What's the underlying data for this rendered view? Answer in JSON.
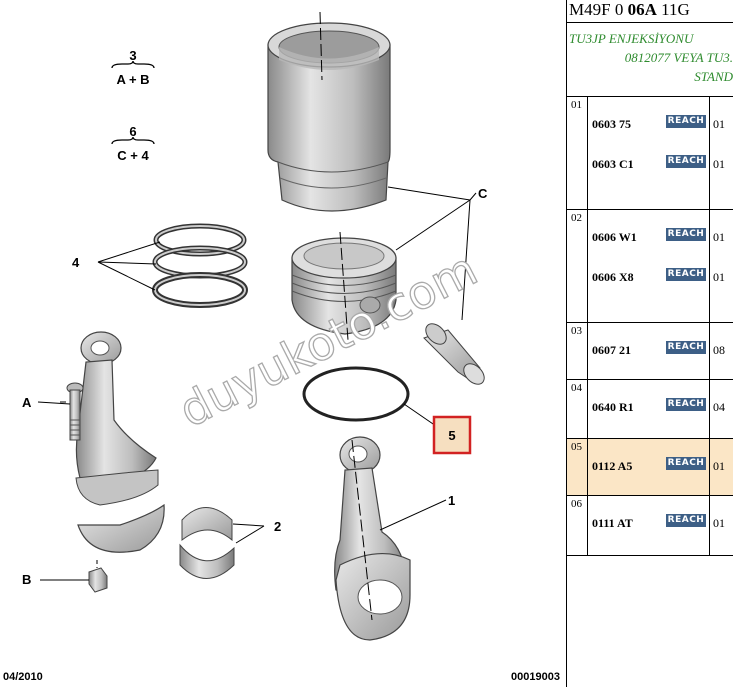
{
  "diagram": {
    "groups": [
      {
        "number": "3",
        "formula": "A + B"
      },
      {
        "number": "6",
        "formula": "C + 4"
      }
    ],
    "callouts": {
      "cylinder_group": "C",
      "rings": "4",
      "bolt": "A",
      "nut": "B",
      "bearing": "2",
      "conrod": "1",
      "oring": "5"
    },
    "watermark": "duyukoto.com",
    "footer_date": "04/2010",
    "footer_ref": "00019003",
    "highlight_color": "#d22222"
  },
  "panel": {
    "header_prefix": "M49F 0 ",
    "header_bold": "06A",
    "header_suffix": " 11G",
    "desc_lines": [
      "TU3JP ENJEKSİYONU",
      "0812077 VEYA TU3.",
      "STAND"
    ],
    "reach_label": "REACH",
    "rows": [
      {
        "num": "01",
        "parts": [
          {
            "code": "0603 75",
            "qty": "01"
          },
          {
            "code": "0603 C1",
            "qty": "01"
          }
        ]
      },
      {
        "num": "02",
        "parts": [
          {
            "code": "0606 W1",
            "qty": "01"
          },
          {
            "code": "0606 X8",
            "qty": "01"
          }
        ]
      },
      {
        "num": "03",
        "parts": [
          {
            "code": "0607 21",
            "qty": "08"
          }
        ]
      },
      {
        "num": "04",
        "parts": [
          {
            "code": "0640 R1",
            "qty": "04"
          }
        ]
      },
      {
        "num": "05",
        "parts": [
          {
            "code": "0112 A5",
            "qty": "01"
          }
        ]
      },
      {
        "num": "06",
        "parts": [
          {
            "code": "0111 AT",
            "qty": "01"
          }
        ]
      }
    ],
    "highlight_row_bg": "#fbe6c6",
    "reach_badge_color": "#3d5f86"
  }
}
